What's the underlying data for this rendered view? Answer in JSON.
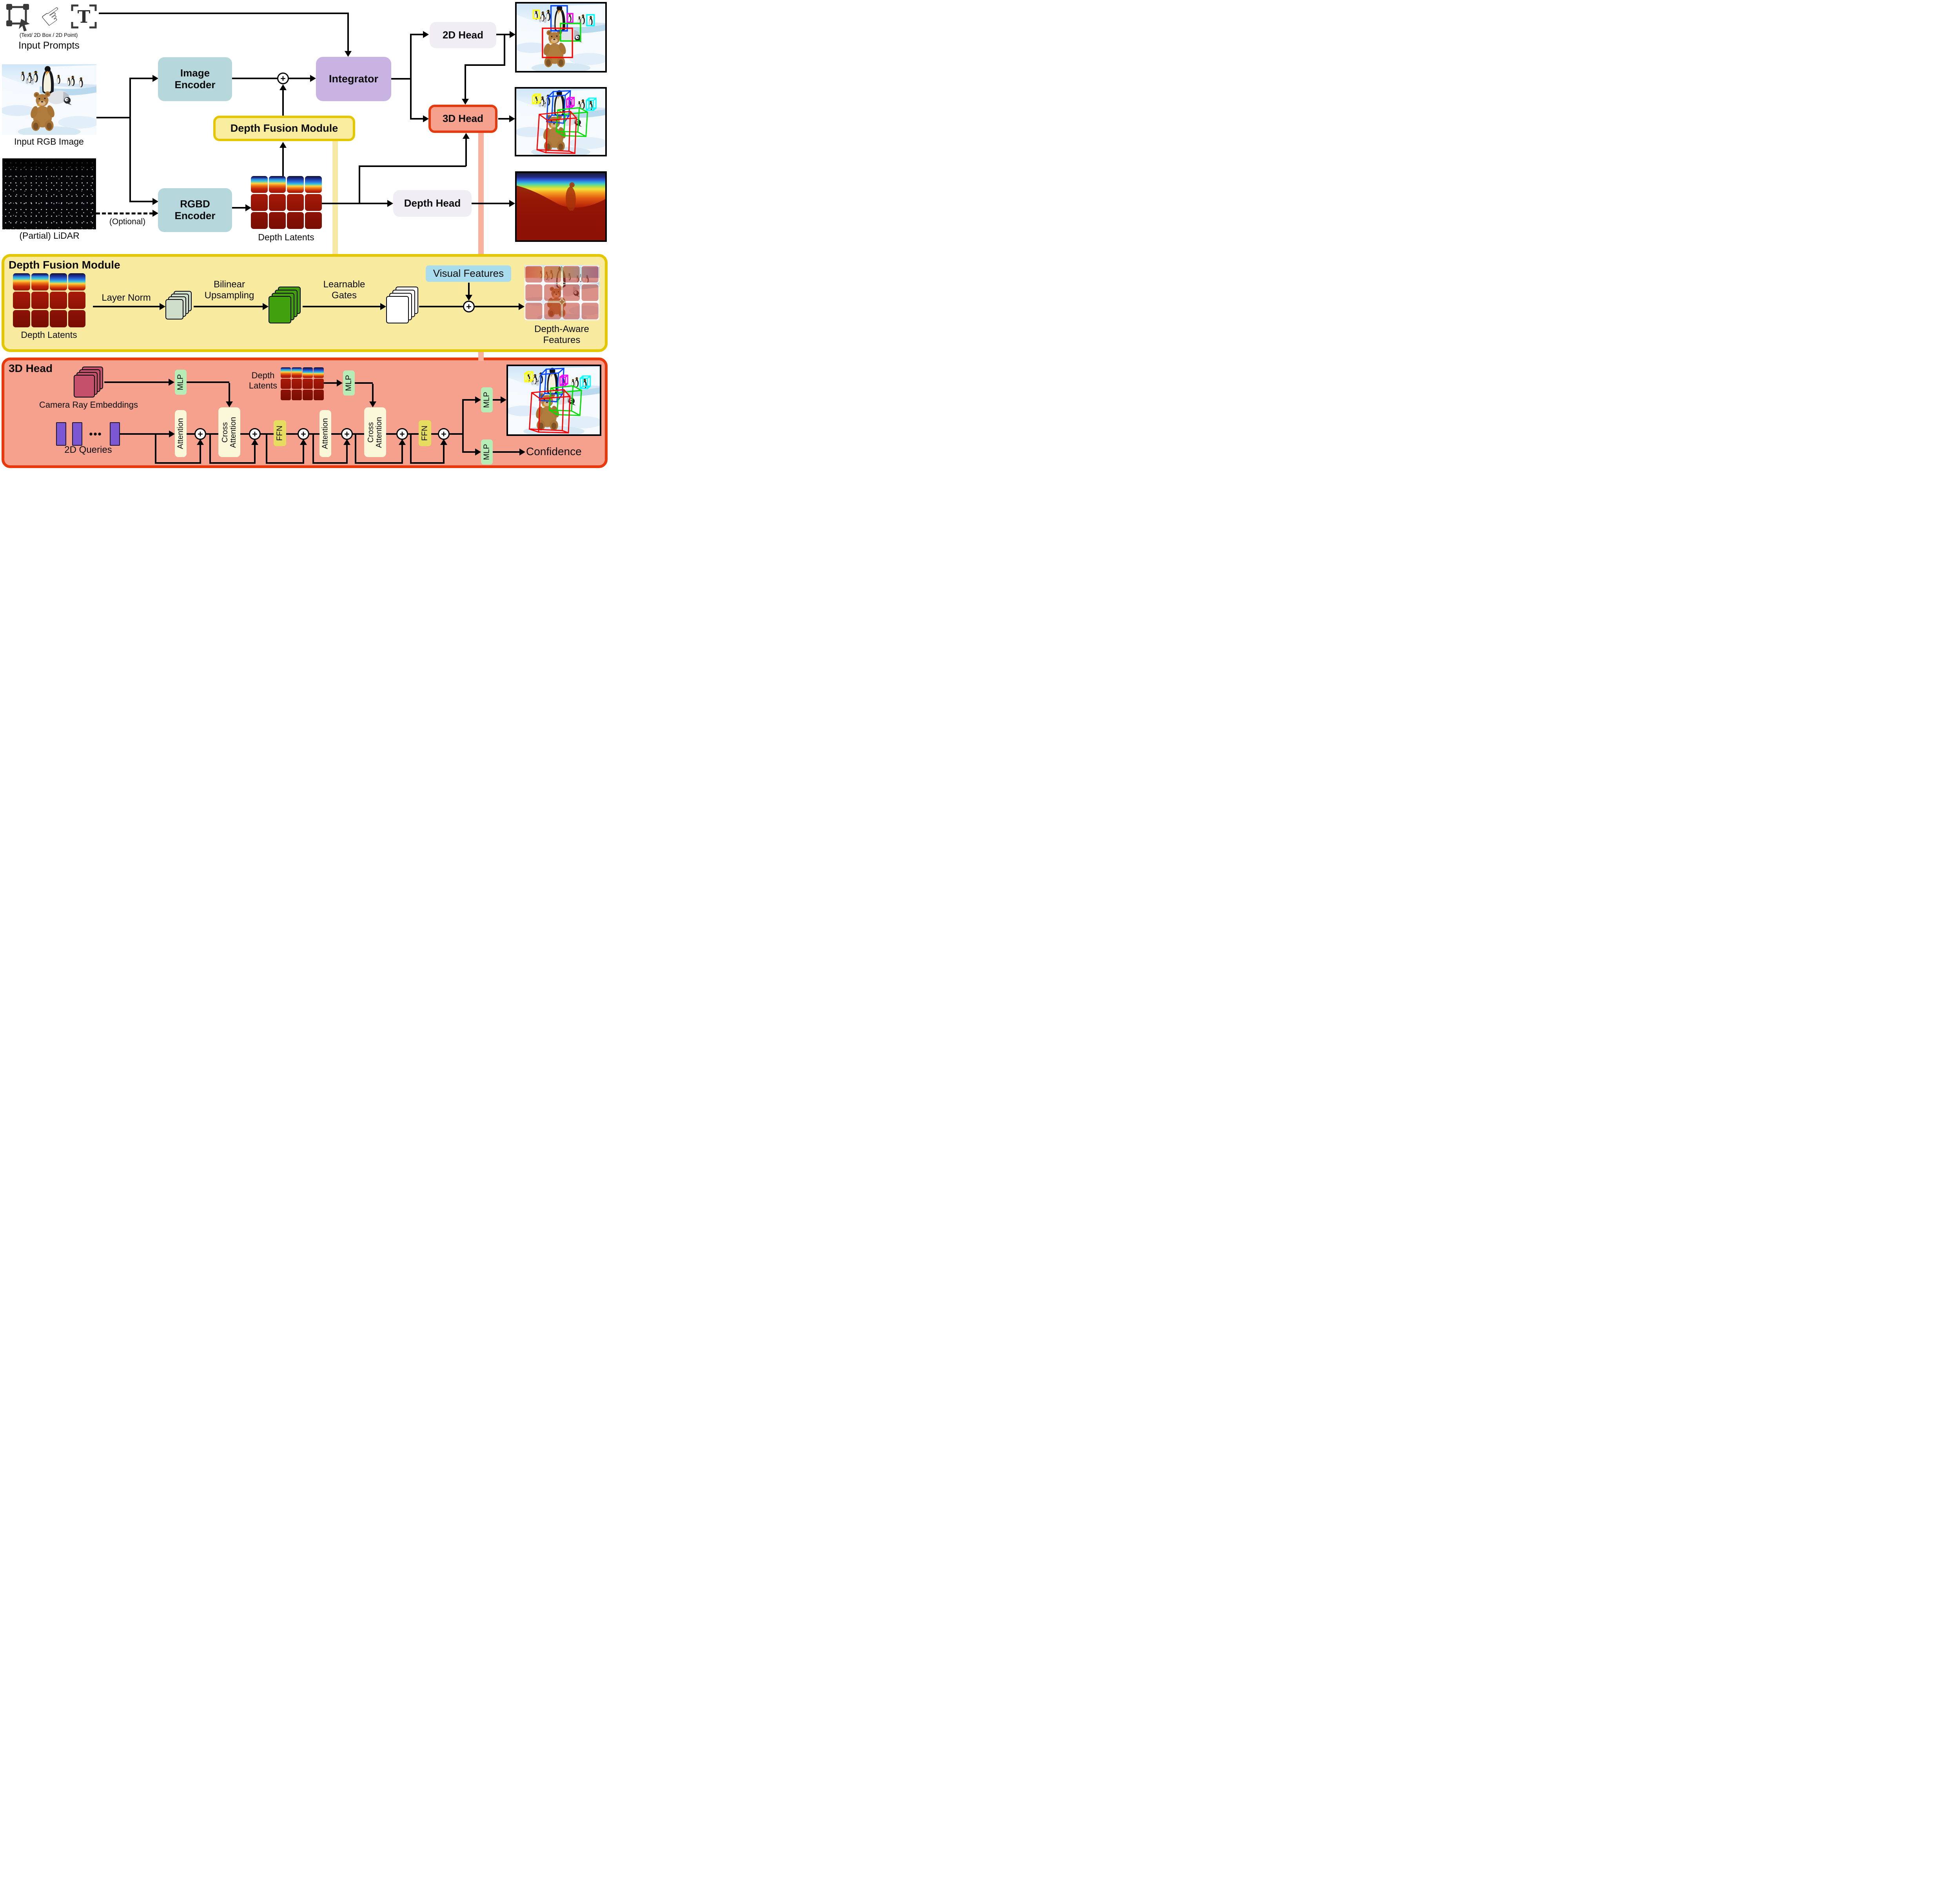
{
  "colors": {
    "encoder_fill": "#b6d8dd",
    "integrator_fill": "#c8b3e2",
    "head_fill": "#f0eef4",
    "accent_red": "#e8380c",
    "salmon_fill": "#f5a18d",
    "salmon_band": "#f6b09c",
    "gold_border": "#e4c700",
    "yellow_fill": "#f8eb9f",
    "yellow_band": "#f6e9a5",
    "mlp_green": "#b6ecb6",
    "attention_cream": "#fbf8d9",
    "ffn_yellow": "#e6dd60",
    "query_purple": "#7b57d4",
    "camera_maroon": "#c5506c",
    "gate_white": "#ffffff",
    "upsample_green": "#41a10d",
    "layernorm_sage": "#cfdecb",
    "visual_chip_blue": "#a9dcec",
    "bbox_colors": [
      "#ffff00",
      "#0044ff",
      "#ff00ff",
      "#00ffff",
      "#00e000",
      "#ff0000"
    ]
  },
  "icons": {
    "plus": "+",
    "dots": "•••",
    "hand": "☞",
    "text_T": "T"
  },
  "top": {
    "prompts_caption": "(Text/ 2D Box / 2D Point)",
    "prompts_label": "Input Prompts",
    "rgb_label": "Input RGB Image",
    "lidar_label": "(Partial) LiDAR",
    "optional": "(Optional)",
    "image_encoder_l1": "Image",
    "image_encoder_l2": "Encoder",
    "rgbd_encoder_l1": "RGBD",
    "rgbd_encoder_l2": "Encoder",
    "dfm_label": "Depth Fusion Module",
    "integrator": "Integrator",
    "head_2d": "2D Head",
    "head_3d": "3D Head",
    "depth_head": "Depth Head",
    "depth_latents": "Depth Latents"
  },
  "dfm": {
    "title": "Depth Fusion Module",
    "depth_latents": "Depth Latents",
    "layer_norm": "Layer Norm",
    "bilinear_l1": "Bilinear",
    "bilinear_l2": "Upsampling",
    "gates_l1": "Learnable",
    "gates_l2": "Gates",
    "visual_features": "Visual Features",
    "out_l1": "Depth-Aware",
    "out_l2": "Features"
  },
  "head3d": {
    "title": "3D Head",
    "camera": "Camera Ray Embeddings",
    "queries": "2D Queries",
    "depth_l1": "Depth",
    "depth_l2": "Latents",
    "mlp": "MLP",
    "attention": "Attention",
    "cross_l1": "Cross",
    "cross_l2": "Attention",
    "ffn": "FFN",
    "confidence": "Confidence"
  }
}
